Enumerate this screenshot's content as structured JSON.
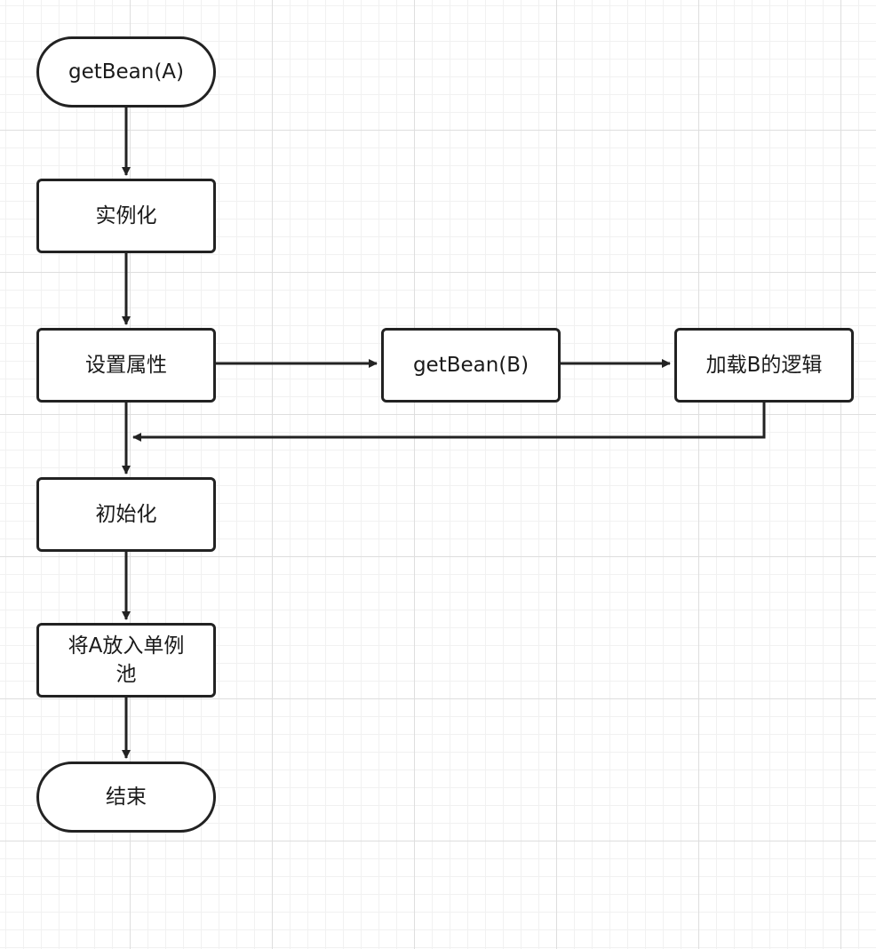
{
  "diagram": {
    "nodes": [
      {
        "id": "start",
        "label": "getBean(A)",
        "shape": "terminal"
      },
      {
        "id": "instantiate",
        "label": "实例化",
        "shape": "process"
      },
      {
        "id": "set_props",
        "label": "设置属性",
        "shape": "process"
      },
      {
        "id": "get_b",
        "label": "getBean(B)",
        "shape": "process"
      },
      {
        "id": "load_b",
        "label": "加载B的逻辑",
        "shape": "process"
      },
      {
        "id": "init",
        "label": "初始化",
        "shape": "process"
      },
      {
        "id": "put_pool",
        "label": "将A放入单例池",
        "shape": "process"
      },
      {
        "id": "end",
        "label": "结束",
        "shape": "terminal"
      }
    ],
    "edges": [
      {
        "from": "start",
        "to": "instantiate"
      },
      {
        "from": "instantiate",
        "to": "set_props"
      },
      {
        "from": "set_props",
        "to": "get_b"
      },
      {
        "from": "get_b",
        "to": "load_b"
      },
      {
        "from": "load_b",
        "to": "set_props",
        "note": "returns to main flow below 设置属性"
      },
      {
        "from": "set_props",
        "to": "init"
      },
      {
        "from": "init",
        "to": "put_pool"
      },
      {
        "from": "put_pool",
        "to": "end"
      }
    ],
    "colors": {
      "stroke": "#222222",
      "fill": "#ffffff",
      "grid_major": "#dedede",
      "grid_minor": "#f1f1f1"
    }
  }
}
